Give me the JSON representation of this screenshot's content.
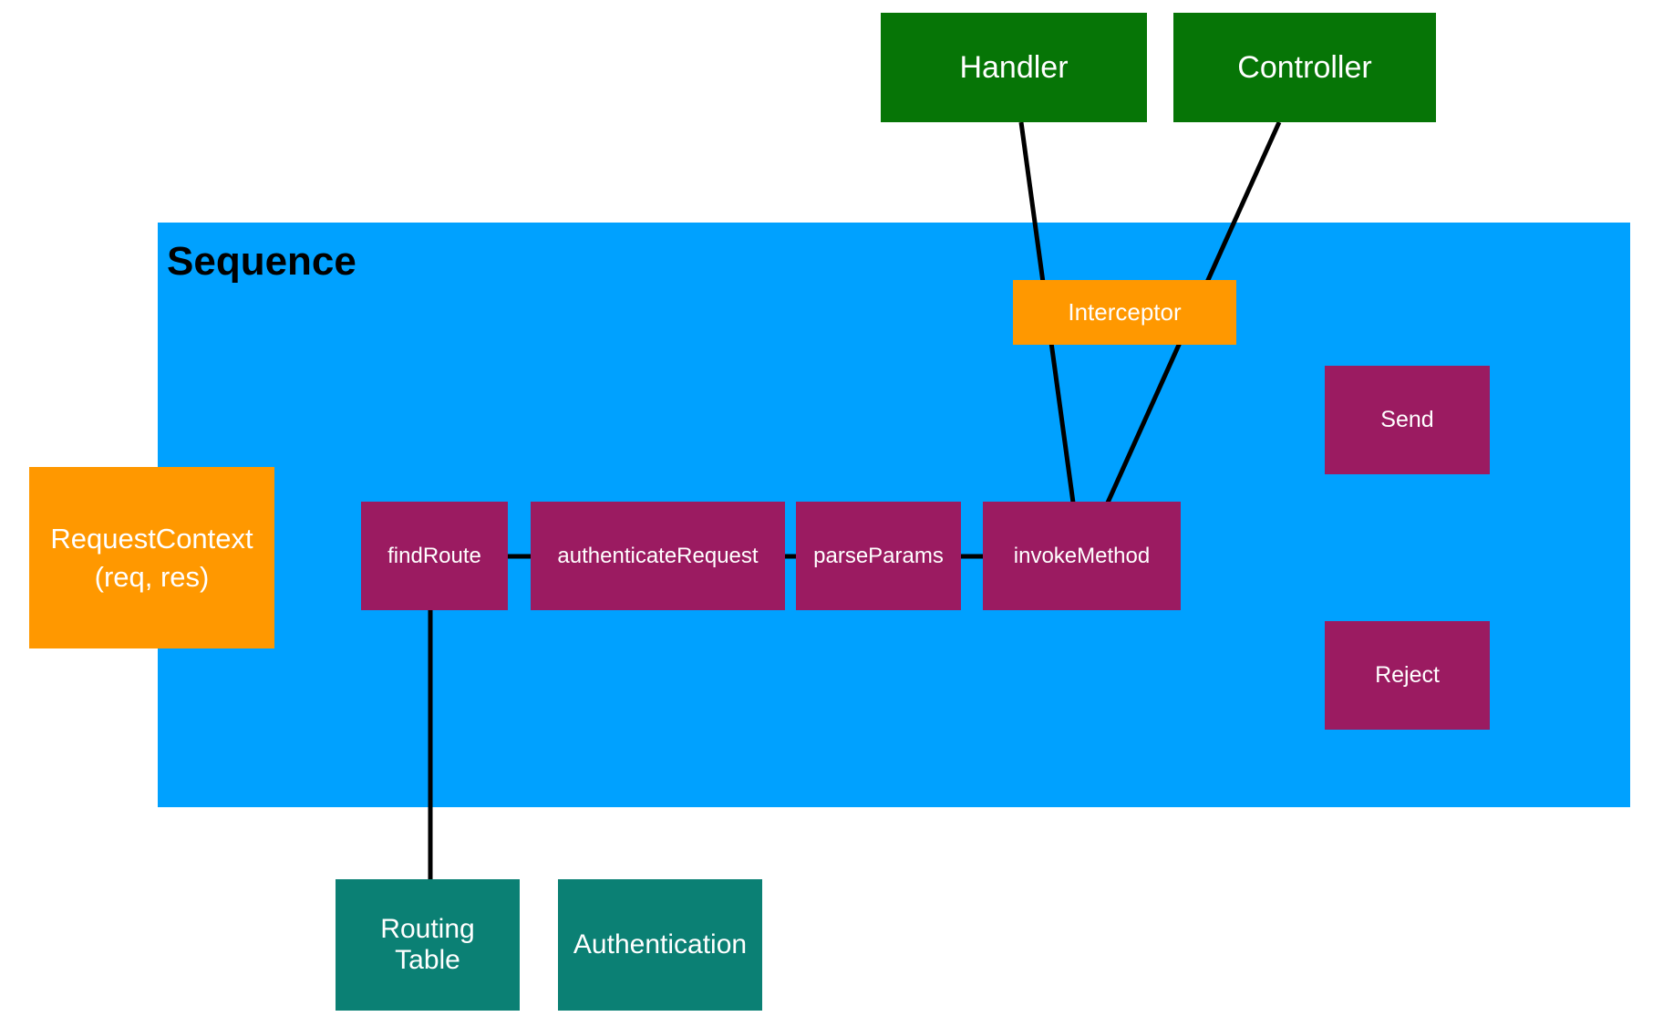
{
  "diagram_title": "Sequence",
  "colors": {
    "blue": "#00A1FF",
    "orange": "#FF9800",
    "green": "#067506",
    "magenta": "#9B1B61",
    "teal": "#0B8074",
    "line": "#000000",
    "text_light": "#FFFFFF",
    "text_dark": "#000000"
  },
  "nodes": {
    "handler": {
      "label": "Handler"
    },
    "controller": {
      "label": "Controller"
    },
    "interceptor": {
      "label": "Interceptor"
    },
    "request_context": {
      "label": "RequestContext\n(req, res)"
    },
    "find_route": {
      "label": "findRoute"
    },
    "authenticate_request": {
      "label": "authenticateRequest"
    },
    "parse_params": {
      "label": "parseParams"
    },
    "invoke_method": {
      "label": "invokeMethod"
    },
    "send": {
      "label": "Send"
    },
    "reject": {
      "label": "Reject"
    },
    "routing_table": {
      "label": "Routing\nTable"
    },
    "authentication": {
      "label": "Authentication"
    }
  },
  "connections": [
    {
      "from": "handler",
      "to": "invoke_method"
    },
    {
      "from": "controller",
      "to": "invoke_method"
    },
    {
      "from": "find_route",
      "to": "authenticate_request"
    },
    {
      "from": "authenticate_request",
      "to": "parse_params"
    },
    {
      "from": "parse_params",
      "to": "invoke_method"
    },
    {
      "from": "find_route",
      "to": "routing_table"
    }
  ]
}
